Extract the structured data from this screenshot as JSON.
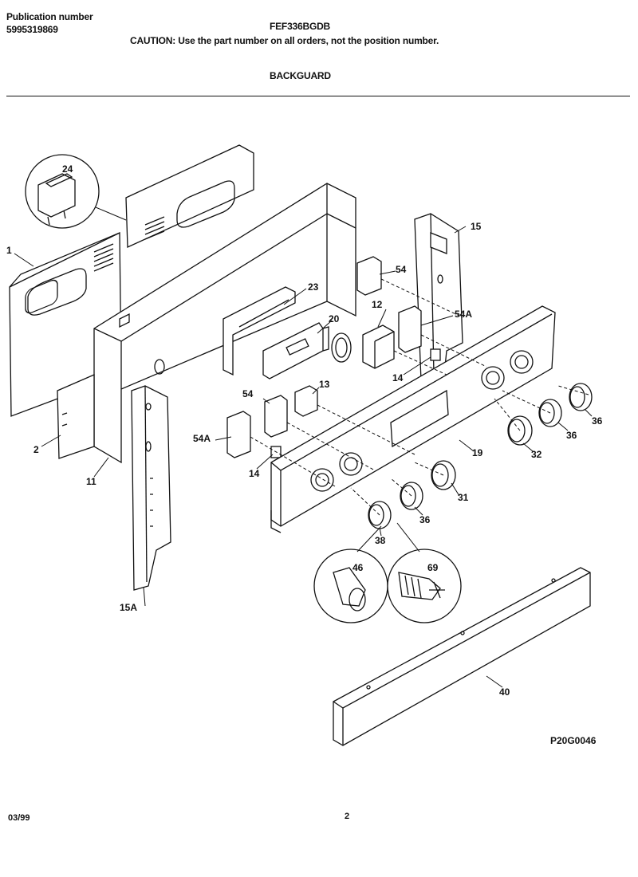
{
  "header": {
    "publication_label": "Publication number",
    "publication_number": "5995319869",
    "model": "FEF336BGDB",
    "caution": "CAUTION:  Use the part number on all orders, not the position number.",
    "section": "BACKGUARD"
  },
  "callouts": {
    "p1": "1",
    "p2": "2",
    "p11": "11",
    "p12": "12",
    "p13": "13",
    "p14a": "14",
    "p14b": "14",
    "p15": "15",
    "p15a": "15A",
    "p19": "19",
    "p20": "20",
    "p23": "23",
    "p24": "24",
    "p31": "31",
    "p32": "32",
    "p36a": "36",
    "p36b": "36",
    "p36c": "36",
    "p38": "38",
    "p40": "40",
    "p46": "46",
    "p54a": "54",
    "p54b": "54",
    "p54Aa": "54A",
    "p54Ab": "54A",
    "p69": "69"
  },
  "figure_id": "P20G0046",
  "footer": {
    "date": "03/99",
    "page": "2"
  }
}
